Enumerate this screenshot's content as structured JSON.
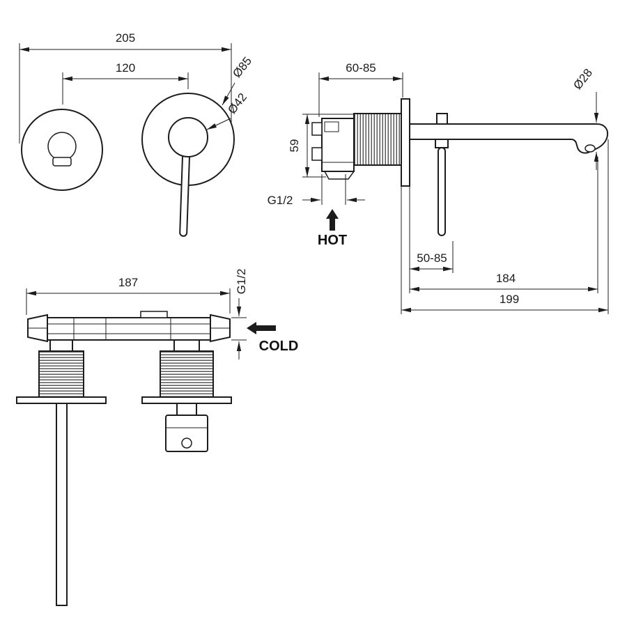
{
  "drawing": {
    "subject": "wall-mounted basin mixer tap dimension drawing",
    "front_view": {
      "overall_width": "205",
      "hole_spacing": "120",
      "escutcheon_diameter": "Ø85",
      "collar_diameter": "Ø42"
    },
    "side_view": {
      "installation_depth": "60-85",
      "valve_height": "59",
      "spout_diameter": "Ø28",
      "inlet_thread": "G1/2",
      "hot_label": "HOT",
      "handle_clearance": "50-85",
      "spout_reach": "184",
      "overall_projection": "199"
    },
    "plan_view": {
      "body_length": "187",
      "outlet_thread": "G1/2",
      "cold_label": "COLD"
    },
    "line_color": "#1c1c1c",
    "background_color": "#ffffff"
  }
}
